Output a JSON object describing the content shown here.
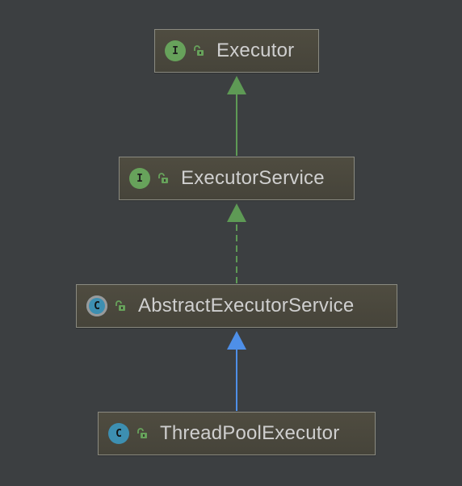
{
  "colors": {
    "background": "#3c3f41",
    "interface_badge": "#67a25b",
    "class_badge": "#3d8fb1",
    "extends_arrow": "#5e9a55",
    "implements_arrow": "#4e8fe8"
  },
  "nodes": [
    {
      "id": "executor",
      "kind": "interface",
      "badge": "I",
      "label": "Executor",
      "icon": "interface-icon"
    },
    {
      "id": "executor-service",
      "kind": "interface",
      "badge": "I",
      "label": "ExecutorService",
      "icon": "interface-icon"
    },
    {
      "id": "abstract-executor-service",
      "kind": "abstract",
      "badge": "C",
      "label": "AbstractExecutorService",
      "icon": "abstract-class-icon"
    },
    {
      "id": "thread-pool-executor",
      "kind": "class",
      "badge": "C",
      "label": "ThreadPoolExecutor",
      "icon": "class-icon"
    }
  ],
  "edges": [
    {
      "from": "executor-service",
      "to": "executor",
      "style": "solid",
      "kind": "extends"
    },
    {
      "from": "abstract-executor-service",
      "to": "executor-service",
      "style": "dashed",
      "kind": "implements"
    },
    {
      "from": "thread-pool-executor",
      "to": "abstract-executor-service",
      "style": "solid",
      "kind": "extends-class"
    }
  ]
}
